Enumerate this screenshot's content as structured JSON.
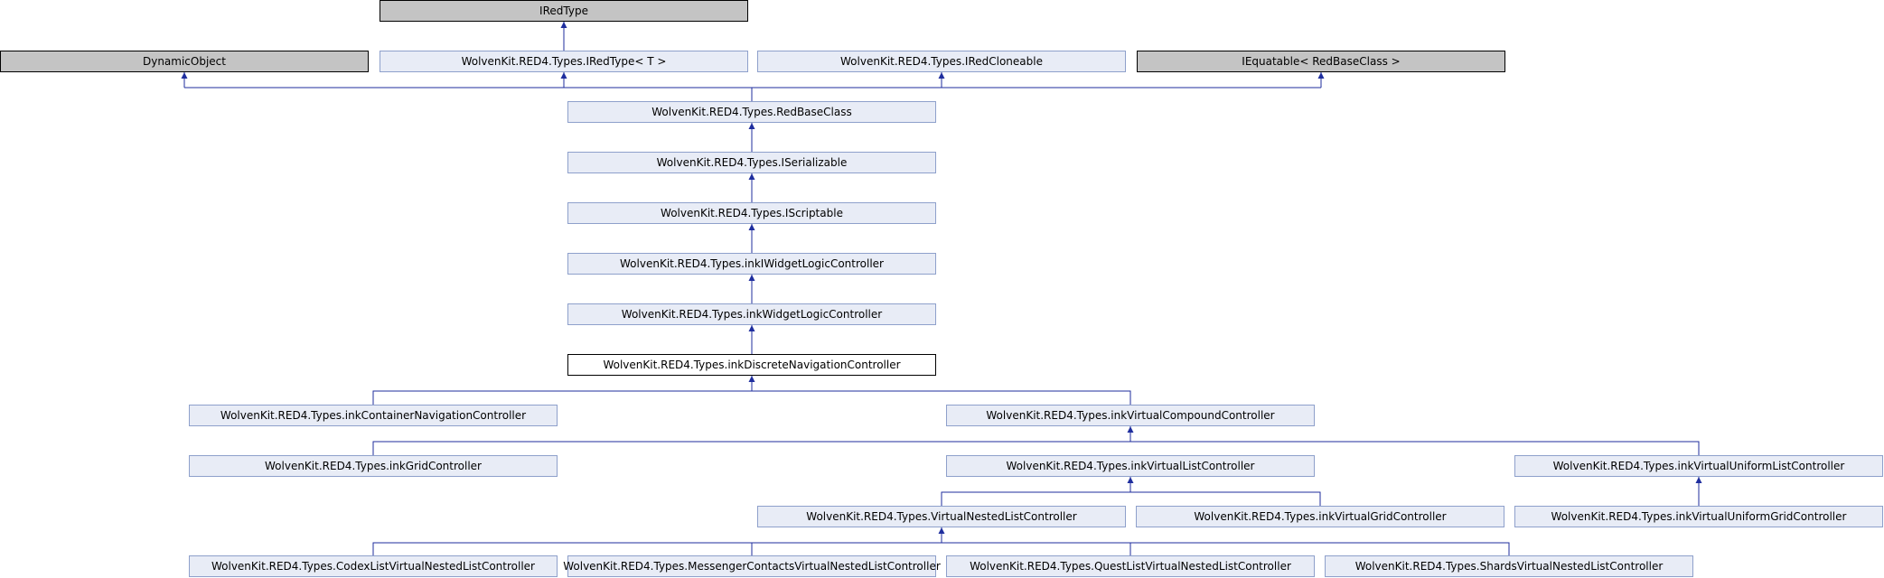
{
  "diagram": {
    "colors": {
      "edge": "#1f2e9e",
      "node_fill": "#e8ecf6",
      "node_border": "#8ea0cb",
      "external_fill": "#c4c4c4",
      "current_fill": "#ffffff"
    },
    "nodes": {
      "iredtype": {
        "label": "IRedType",
        "kind": "external"
      },
      "dynamicobject": {
        "label": "DynamicObject",
        "kind": "external"
      },
      "iredtype_t": {
        "label": "WolvenKit.RED4.Types.IRedType< T >",
        "kind": "regular"
      },
      "iredcloneable": {
        "label": "WolvenKit.RED4.Types.IRedCloneable",
        "kind": "regular"
      },
      "iequatable": {
        "label": "IEquatable< RedBaseClass >",
        "kind": "external"
      },
      "redbaseclass": {
        "label": "WolvenKit.RED4.Types.RedBaseClass",
        "kind": "regular"
      },
      "iserializable": {
        "label": "WolvenKit.RED4.Types.ISerializable",
        "kind": "regular"
      },
      "iscriptable": {
        "label": "WolvenKit.RED4.Types.IScriptable",
        "kind": "regular"
      },
      "inkiwidgetlogic": {
        "label": "WolvenKit.RED4.Types.inkIWidgetLogicController",
        "kind": "regular"
      },
      "inkwidgetlogic": {
        "label": "WolvenKit.RED4.Types.inkWidgetLogicController",
        "kind": "regular"
      },
      "inkdiscretenav": {
        "label": "WolvenKit.RED4.Types.inkDiscreteNavigationController",
        "kind": "current"
      },
      "inkcontainernav": {
        "label": "WolvenKit.RED4.Types.inkContainerNavigationController",
        "kind": "regular"
      },
      "inkvirtualcompound": {
        "label": "WolvenKit.RED4.Types.inkVirtualCompoundController",
        "kind": "regular"
      },
      "inkgrid": {
        "label": "WolvenKit.RED4.Types.inkGridController",
        "kind": "regular"
      },
      "inkvirtuallist": {
        "label": "WolvenKit.RED4.Types.inkVirtualListController",
        "kind": "regular"
      },
      "inkvirtualuniformlist": {
        "label": "WolvenKit.RED4.Types.inkVirtualUniformListController",
        "kind": "regular"
      },
      "virtualnestedlist": {
        "label": "WolvenKit.RED4.Types.VirtualNestedListController",
        "kind": "regular"
      },
      "inkvirtualgrid": {
        "label": "WolvenKit.RED4.Types.inkVirtualGridController",
        "kind": "regular"
      },
      "inkvirtualuniformgrid": {
        "label": "WolvenKit.RED4.Types.inkVirtualUniformGridController",
        "kind": "regular"
      },
      "codexlist": {
        "label": "WolvenKit.RED4.Types.CodexListVirtualNestedListController",
        "kind": "regular"
      },
      "messengercontacts": {
        "label": "WolvenKit.RED4.Types.MessengerContactsVirtualNestedListController",
        "kind": "regular"
      },
      "questlist": {
        "label": "WolvenKit.RED4.Types.QuestListVirtualNestedListController",
        "kind": "regular"
      },
      "shards": {
        "label": "WolvenKit.RED4.Types.ShardsVirtualNestedListController",
        "kind": "regular"
      }
    }
  }
}
